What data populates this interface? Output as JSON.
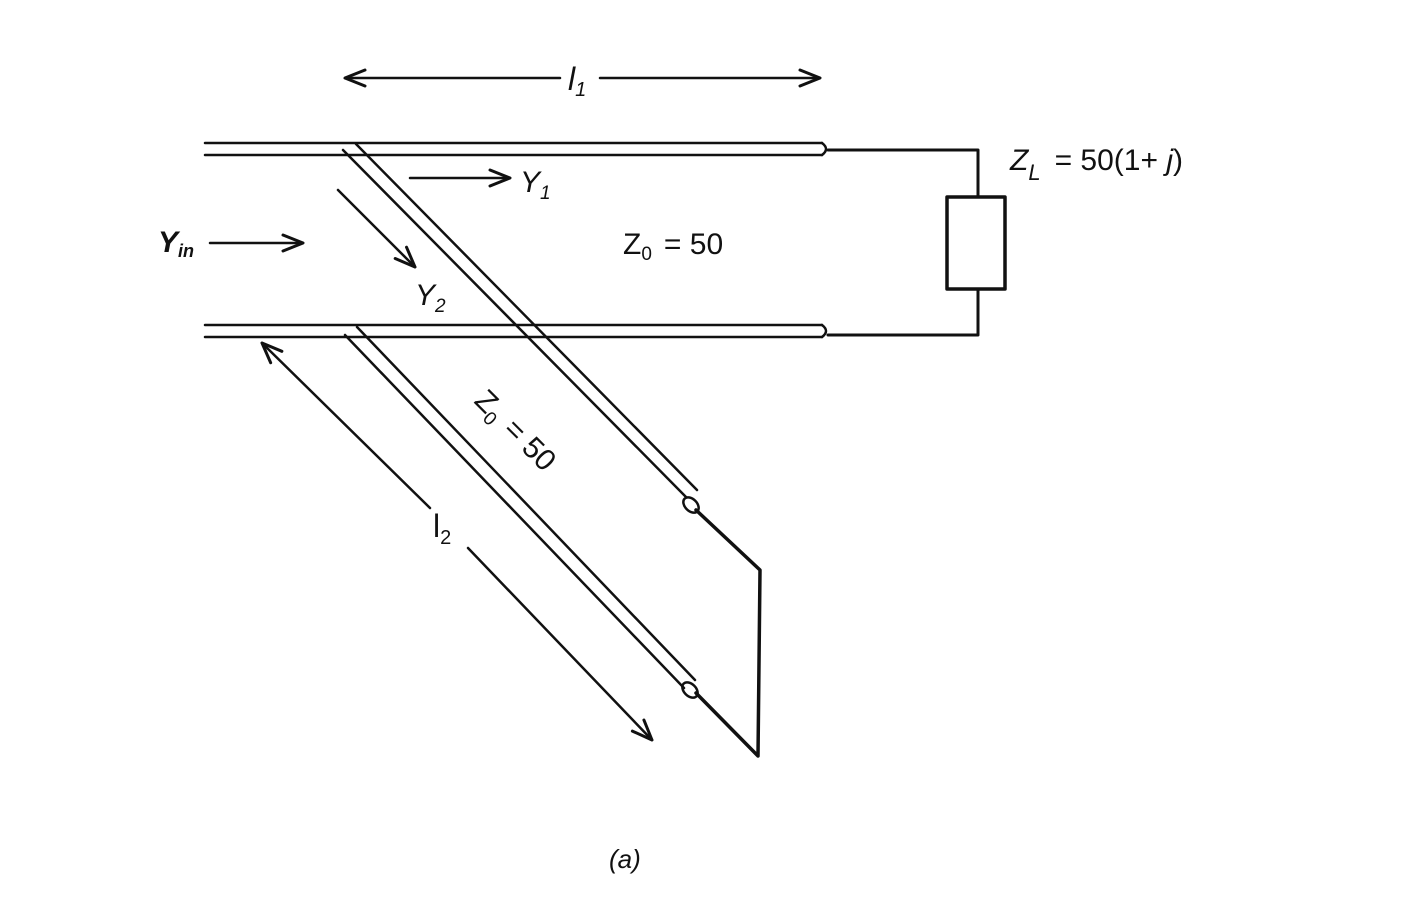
{
  "figure": {
    "caption": "(a)",
    "labels": {
      "l1_letter": "l",
      "l1_sub": "1",
      "l2_letter": "l",
      "l2_sub": "2",
      "y_in_letter": "Y",
      "y_in_sub": "in",
      "y1_letter": "Y",
      "y1_sub": "1",
      "y2_letter": "Y",
      "y2_sub": "2",
      "z0_main_letter": "Z",
      "z0_main_sub": "0",
      "z0_main_value": "= 50",
      "z0_stub_letter": "Z",
      "z0_stub_sub": "0",
      "z0_stub_value": "= 50",
      "zl_letter": "Z",
      "zl_sub": "L",
      "zl_value": "= 50(1+ ",
      "zl_j": "j",
      "zl_close": ")"
    }
  }
}
